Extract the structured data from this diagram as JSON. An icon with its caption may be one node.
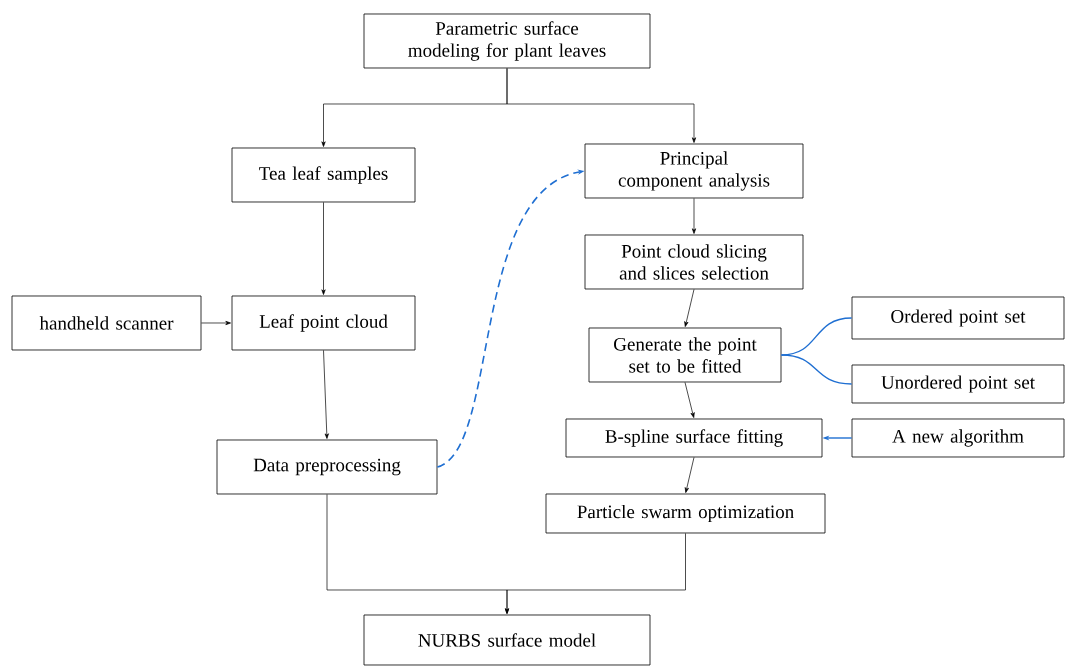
{
  "diagram": {
    "nodes": [
      {
        "text": [
          "Parametric surface modeling for plant leaves"
        ]
      },
      {
        "text": [
          "Tea leaf samples"
        ]
      },
      {
        "text": [
          "Principal component analysis"
        ]
      },
      {
        "text": [
          "Point cloud slicing and slices selection"
        ]
      },
      {
        "text": [
          "handheld scanner"
        ]
      },
      {
        "text": [
          "Leaf point cloud"
        ]
      },
      {
        "text": [
          "Generate the point set to be fitted"
        ]
      },
      {
        "text": [
          "Ordered point set"
        ]
      },
      {
        "text": [
          "Unordered point set"
        ]
      },
      {
        "text": [
          "B-spline surface fitting"
        ]
      },
      {
        "text": [
          "A new algorithm"
        ]
      },
      {
        "text": [
          "Data preprocessing"
        ]
      },
      {
        "text": [
          "Particle swarm optimization"
        ]
      },
      {
        "text": [
          "NURBS surface model"
        ]
      }
    ],
    "edges": [
      {
        "from": 0,
        "to": 1,
        "arrow": "to"
      },
      {
        "from": 0,
        "to": 2,
        "arrow": "to"
      },
      {
        "from": 1,
        "to": 5,
        "arrow": "to"
      },
      {
        "from": 4,
        "to": 5,
        "arrow": "to"
      },
      {
        "from": 5,
        "to": 11,
        "arrow": "to"
      },
      {
        "from": 11,
        "to": 2,
        "arrow": "to",
        "style": "dashed",
        "color": "#1f6fd2"
      },
      {
        "from": 2,
        "to": 3,
        "arrow": "to"
      },
      {
        "from": 3,
        "to": 6,
        "arrow": "to"
      },
      {
        "from": 6,
        "to": 7,
        "arrow": "none",
        "color": "#1f6fd2"
      },
      {
        "from": 6,
        "to": 8,
        "arrow": "none",
        "color": "#1f6fd2"
      },
      {
        "from": 6,
        "to": 9,
        "arrow": "to"
      },
      {
        "from": 10,
        "to": 9,
        "arrow": "to",
        "color": "#1f6fd2"
      },
      {
        "from": 9,
        "to": 12,
        "arrow": "to"
      },
      {
        "from": 11,
        "to": 13,
        "arrow": "to"
      },
      {
        "from": 12,
        "to": 13,
        "arrow": "to"
      }
    ]
  }
}
